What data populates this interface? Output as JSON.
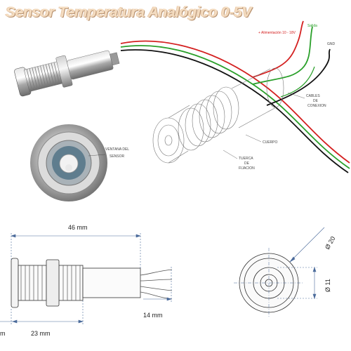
{
  "title": "Sensor Temperatura Analógico 0-5V",
  "labels": {
    "salida": "Salida",
    "alimentacion": "+ Alimentación 10 - 18V",
    "gnd": "GND",
    "cables_1": "CABLES",
    "cables_2": "DE",
    "cables_3": "CONEXION",
    "ventana_1": "VENTANA DEL",
    "ventana_2": "SENSOR",
    "cuerpo": "CUERPO",
    "tuerca_1": "TUERCA",
    "tuerca_2": "DE",
    "tuerca_3": "FIJACION"
  },
  "dimensions": {
    "length_total": "46 mm",
    "length_thread": "23 mm",
    "cable_offset": "14 mm",
    "diameter_outer": "Ø 20",
    "diameter_inner": "Ø 11"
  },
  "left_edge_label": "m",
  "colors": {
    "wire_red": "#d42020",
    "wire_green": "#2aa02a",
    "wire_black": "#111111",
    "dim_line": "#4a6a9a",
    "title": "#f4dcc0"
  }
}
